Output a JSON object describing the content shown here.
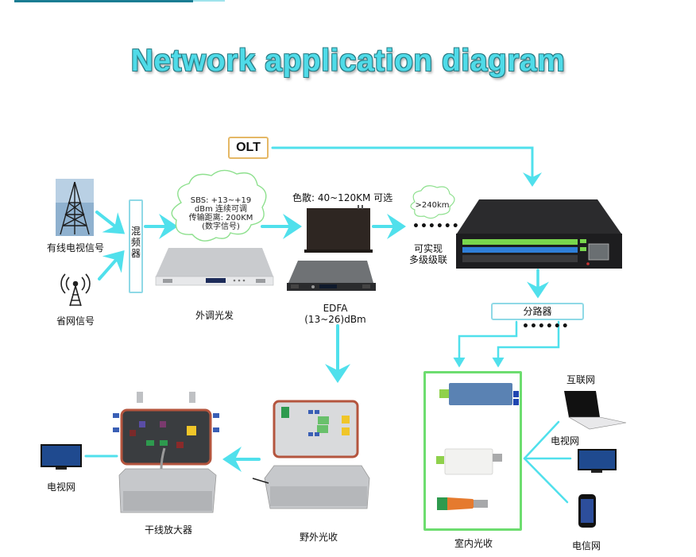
{
  "title": "Network application diagram",
  "colors": {
    "arrow": "#50e0ec",
    "title_fill": "#4fdbe8",
    "title_outline": "#2a7c85",
    "olt_border": "#e5b866",
    "box_border": "#8fd9e6",
    "indoor_box_border": "#6ddd6f",
    "cloud_border": "#8ee08e"
  },
  "sources": {
    "cable_tv_signal": "有线电视信号",
    "provincial_signal": "省网信号"
  },
  "mixer": {
    "label": "混频器"
  },
  "olt": {
    "label": "OLT"
  },
  "transmitter": {
    "cloud_lines": [
      "SBS: +13~+19",
      "dBm 连续可调",
      "传输距离: 200KM",
      "(数字信号)"
    ],
    "label": "外调光发"
  },
  "edfa": {
    "dispersion_note": "色散: 40~120KM 可选",
    "label_line1": "EDFA",
    "label_line2": "(13~26)dBm"
  },
  "cascade": {
    "cloud_text": ">240km",
    "dots": "••••••",
    "label_line1": "可实现",
    "label_line2": "多级级联"
  },
  "splitter": {
    "label": "分路器",
    "dots": "••••••"
  },
  "indoor_receivers": {
    "label": "室内光收"
  },
  "clients": {
    "internet": "互联网",
    "tv_network": "电视网",
    "telecom_network": "电信网"
  },
  "outdoor_receiver": {
    "label": "野外光收"
  },
  "trunk_amplifier": {
    "label": "干线放大器"
  },
  "amplifier_output": {
    "label": "电视网"
  }
}
